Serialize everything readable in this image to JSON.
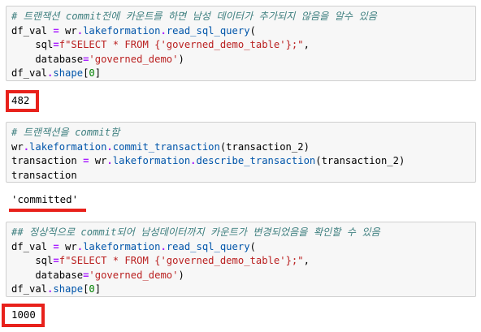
{
  "cells": [
    {
      "comment": "# 트랜잭션 commit전에 카운트를 하면 남성 데이터가 추가되지 않음을 알수 있음",
      "lines": {
        "l2_a": "df_val ",
        "l2_eq": "=",
        "l2_b": " wr",
        "l2_dot1": ".",
        "l2_attr1": "lakeformation",
        "l2_dot2": ".",
        "l2_attr2": "read_sql_query",
        "l2_c": "(",
        "l3_a": "    sql",
        "l3_eq": "=",
        "l3_f": "f",
        "l3_s1": "\"SELECT * FROM {",
        "l3_s2": "'governed_demo_table'",
        "l3_s3": "};\"",
        "l3_c": ",",
        "l4_a": "    database",
        "l4_eq": "=",
        "l4_s": "'governed_demo'",
        "l4_c": ")",
        "l5_a": "df_val",
        "l5_dot": ".",
        "l5_attr": "shape",
        "l5_b": "[",
        "l5_n": "0",
        "l5_c": "]"
      },
      "output": "482"
    },
    {
      "comment": "# 트랜잭션을 commit함",
      "lines": {
        "l2_a": "wr",
        "l2_dot1": ".",
        "l2_attr1": "lakeformation",
        "l2_dot2": ".",
        "l2_attr2": "commit_transaction",
        "l2_c": "(transaction_2)",
        "l3_a": "transaction ",
        "l3_eq": "=",
        "l3_b": " wr",
        "l3_dot1": ".",
        "l3_attr1": "lakeformation",
        "l3_dot2": ".",
        "l3_attr2": "describe_transaction",
        "l3_c": "(transaction_2)",
        "l4_a": "transaction"
      },
      "output": "'committed'"
    },
    {
      "comment": "## 정상적으로 commit되어 남성데이터까지 카운트가 변경되었음을 확인할 수 있음",
      "lines": {
        "l2_a": "df_val ",
        "l2_eq": "=",
        "l2_b": " wr",
        "l2_dot1": ".",
        "l2_attr1": "lakeformation",
        "l2_dot2": ".",
        "l2_attr2": "read_sql_query",
        "l2_c": "(",
        "l3_a": "    sql",
        "l3_eq": "=",
        "l3_f": "f",
        "l3_s1": "\"SELECT * FROM {",
        "l3_s2": "'governed_demo_table'",
        "l3_s3": "};\"",
        "l3_c": ",",
        "l4_a": "    database",
        "l4_eq": "=",
        "l4_s": "'governed_demo'",
        "l4_c": ")",
        "l5_a": "df_val",
        "l5_dot": ".",
        "l5_attr": "shape",
        "l5_b": "[",
        "l5_n": "0",
        "l5_c": "]"
      },
      "output": "1000"
    }
  ],
  "colors": {
    "highlight": "#e8211b",
    "comment": "#408080",
    "string": "#ba2121",
    "cell_bg": "#f7f7f7"
  }
}
